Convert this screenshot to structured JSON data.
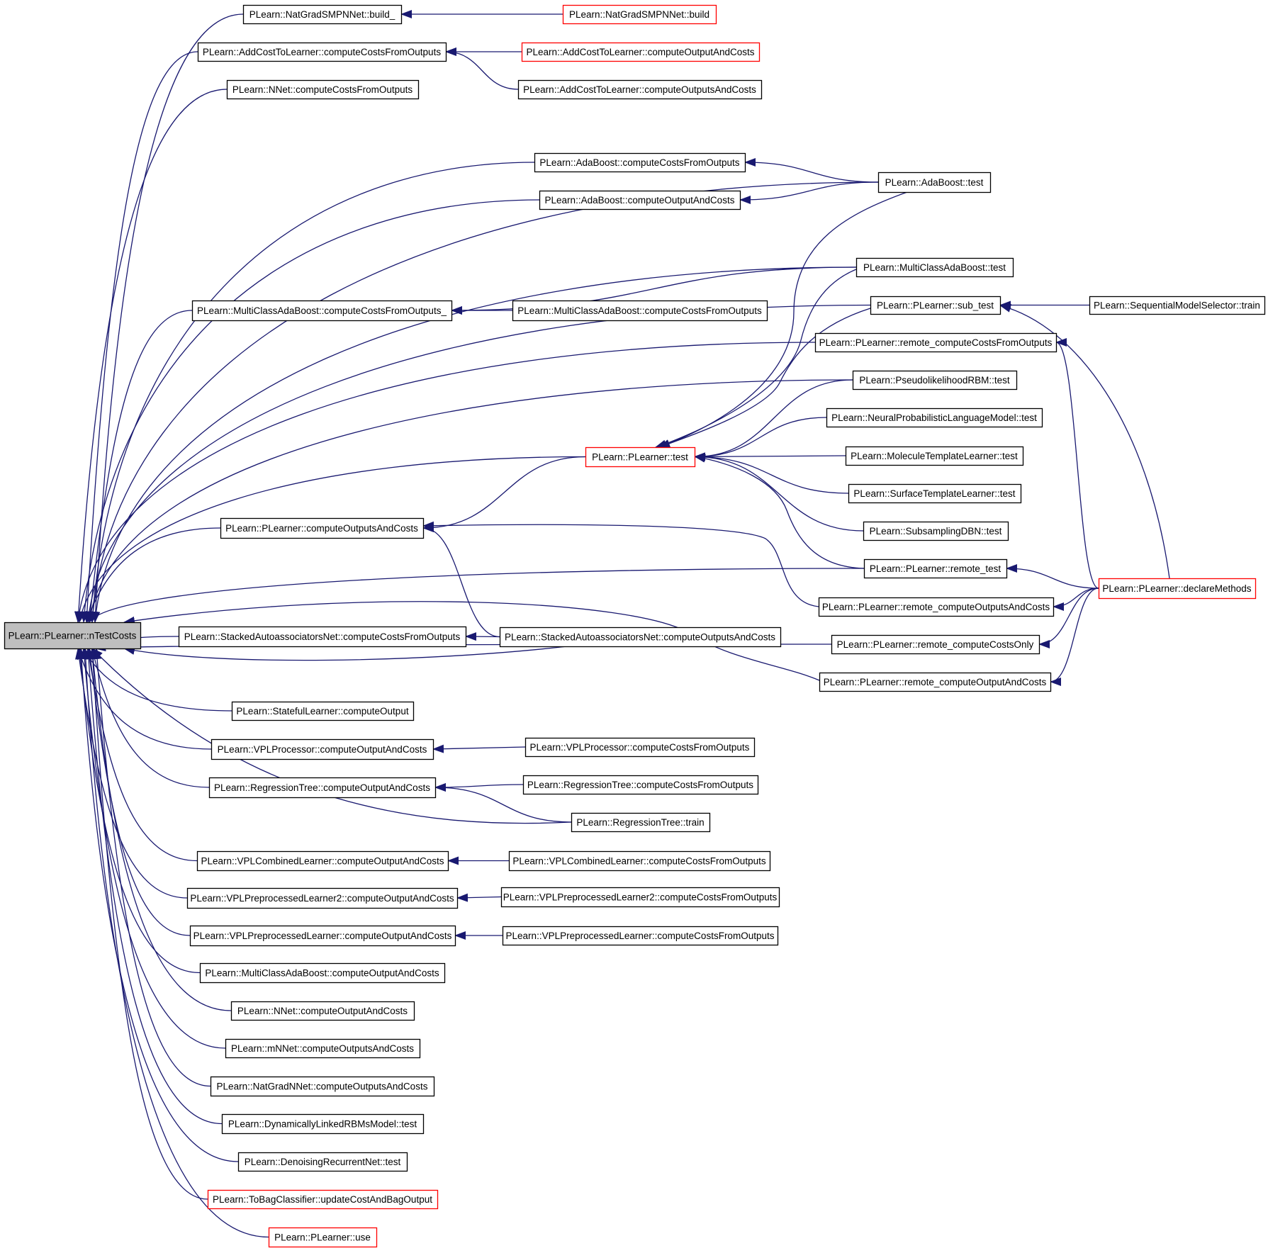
{
  "colors": {
    "edge": "#191970",
    "border_normal": "#000000",
    "border_truncated": "#ff0000",
    "root_fill": "#bfbfbf",
    "node_fill": "#ffffff"
  },
  "nodes": [
    {
      "id": "root",
      "label": "PLearn::PLearner::nTestCosts",
      "kind": "root"
    },
    {
      "id": "ngsmp_build_",
      "label": "PLearn::NatGradSMPNNet::build_",
      "kind": "normal"
    },
    {
      "id": "ngsmp_build",
      "label": "PLearn::NatGradSMPNNet::build",
      "kind": "truncated"
    },
    {
      "id": "actl_ccfo",
      "label": "PLearn::AddCostToLearner::computeCostsFromOutputs",
      "kind": "normal"
    },
    {
      "id": "actl_coac",
      "label": "PLearn::AddCostToLearner::computeOutputAndCosts",
      "kind": "truncated"
    },
    {
      "id": "actl_cosac",
      "label": "PLearn::AddCostToLearner::computeOutputsAndCosts",
      "kind": "normal"
    },
    {
      "id": "nnet_ccfo",
      "label": "PLearn::NNet::computeCostsFromOutputs",
      "kind": "normal"
    },
    {
      "id": "ada_ccfo",
      "label": "PLearn::AdaBoost::computeCostsFromOutputs",
      "kind": "normal"
    },
    {
      "id": "ada_coac",
      "label": "PLearn::AdaBoost::computeOutputAndCosts",
      "kind": "normal"
    },
    {
      "id": "ada_test",
      "label": "PLearn::AdaBoost::test",
      "kind": "normal"
    },
    {
      "id": "mcab_test",
      "label": "PLearn::MultiClassAdaBoost::test",
      "kind": "normal"
    },
    {
      "id": "mcab_ccfo_",
      "label": "PLearn::MultiClassAdaBoost::computeCostsFromOutputs_",
      "kind": "normal"
    },
    {
      "id": "mcab_ccfo",
      "label": "PLearn::MultiClassAdaBoost::computeCostsFromOutputs",
      "kind": "normal"
    },
    {
      "id": "pl_sub_test",
      "label": "PLearn::PLearner::sub_test",
      "kind": "normal"
    },
    {
      "id": "sms_train",
      "label": "PLearn::SequentialModelSelector::train",
      "kind": "normal"
    },
    {
      "id": "pl_rem_ccfo",
      "label": "PLearn::PLearner::remote_computeCostsFromOutputs",
      "kind": "normal"
    },
    {
      "id": "pseudo_test",
      "label": "PLearn::PseudolikelihoodRBM::test",
      "kind": "normal"
    },
    {
      "id": "nplm_test",
      "label": "PLearn::NeuralProbabilisticLanguageModel::test",
      "kind": "normal"
    },
    {
      "id": "pl_test",
      "label": "PLearn::PLearner::test",
      "kind": "truncated"
    },
    {
      "id": "mol_test",
      "label": "PLearn::MoleculeTemplateLearner::test",
      "kind": "normal"
    },
    {
      "id": "surf_test",
      "label": "PLearn::SurfaceTemplateLearner::test",
      "kind": "normal"
    },
    {
      "id": "pl_cosac",
      "label": "PLearn::PLearner::computeOutputsAndCosts",
      "kind": "normal"
    },
    {
      "id": "sdbn_test",
      "label": "PLearn::SubsamplingDBN::test",
      "kind": "normal"
    },
    {
      "id": "pl_rem_test",
      "label": "PLearn::PLearner::remote_test",
      "kind": "normal"
    },
    {
      "id": "pl_declare",
      "label": "PLearn::PLearner::declareMethods",
      "kind": "truncated"
    },
    {
      "id": "pl_rem_cosac",
      "label": "PLearn::PLearner::remote_computeOutputsAndCosts",
      "kind": "normal"
    },
    {
      "id": "san_ccfo",
      "label": "PLearn::StackedAutoassociatorsNet::computeCostsFromOutputs",
      "kind": "normal"
    },
    {
      "id": "san_cosac",
      "label": "PLearn::StackedAutoassociatorsNet::computeOutputsAndCosts",
      "kind": "normal"
    },
    {
      "id": "pl_rem_cco",
      "label": "PLearn::PLearner::remote_computeCostsOnly",
      "kind": "normal"
    },
    {
      "id": "pl_rem_coac",
      "label": "PLearn::PLearner::remote_computeOutputAndCosts",
      "kind": "normal"
    },
    {
      "id": "stateful_co",
      "label": "PLearn::StatefulLearner::computeOutput",
      "kind": "normal"
    },
    {
      "id": "vplp_coac",
      "label": "PLearn::VPLProcessor::computeOutputAndCosts",
      "kind": "normal"
    },
    {
      "id": "vplp_ccfo",
      "label": "PLearn::VPLProcessor::computeCostsFromOutputs",
      "kind": "normal"
    },
    {
      "id": "rt_coac",
      "label": "PLearn::RegressionTree::computeOutputAndCosts",
      "kind": "normal"
    },
    {
      "id": "rt_ccfo",
      "label": "PLearn::RegressionTree::computeCostsFromOutputs",
      "kind": "normal"
    },
    {
      "id": "rt_train",
      "label": "PLearn::RegressionTree::train",
      "kind": "normal"
    },
    {
      "id": "vplc_coac",
      "label": "PLearn::VPLCombinedLearner::computeOutputAndCosts",
      "kind": "normal"
    },
    {
      "id": "vplc_ccfo",
      "label": "PLearn::VPLCombinedLearner::computeCostsFromOutputs",
      "kind": "normal"
    },
    {
      "id": "vplpp2_coac",
      "label": "PLearn::VPLPreprocessedLearner2::computeOutputAndCosts",
      "kind": "normal"
    },
    {
      "id": "vplpp2_ccfo",
      "label": "PLearn::VPLPreprocessedLearner2::computeCostsFromOutputs",
      "kind": "normal"
    },
    {
      "id": "vplpp_coac",
      "label": "PLearn::VPLPreprocessedLearner::computeOutputAndCosts",
      "kind": "normal"
    },
    {
      "id": "vplpp_ccfo",
      "label": "PLearn::VPLPreprocessedLearner::computeCostsFromOutputs",
      "kind": "normal"
    },
    {
      "id": "mcab_coac",
      "label": "PLearn::MultiClassAdaBoost::computeOutputAndCosts",
      "kind": "normal"
    },
    {
      "id": "nnet_coac",
      "label": "PLearn::NNet::computeOutputAndCosts",
      "kind": "normal"
    },
    {
      "id": "mnnet_cosac",
      "label": "PLearn::mNNet::computeOutputsAndCosts",
      "kind": "normal"
    },
    {
      "id": "ngnnet_cosac",
      "label": "PLearn::NatGradNNet::computeOutputsAndCosts",
      "kind": "normal"
    },
    {
      "id": "dlrbm_test",
      "label": "PLearn::DynamicallyLinkedRBMsModel::test",
      "kind": "normal"
    },
    {
      "id": "drn_test",
      "label": "PLearn::DenoisingRecurrentNet::test",
      "kind": "normal"
    },
    {
      "id": "tobag_update",
      "label": "PLearn::ToBagClassifier::updateCostAndBagOutput",
      "kind": "truncated"
    },
    {
      "id": "pl_use",
      "label": "PLearn::PLearner::use",
      "kind": "truncated"
    }
  ],
  "edges": [
    [
      "ngsmp_build_",
      "root"
    ],
    [
      "ngsmp_build",
      "ngsmp_build_"
    ],
    [
      "actl_ccfo",
      "root"
    ],
    [
      "actl_coac",
      "actl_ccfo"
    ],
    [
      "actl_cosac",
      "actl_ccfo"
    ],
    [
      "nnet_ccfo",
      "root"
    ],
    [
      "ada_test",
      "root"
    ],
    [
      "ada_ccfo",
      "root"
    ],
    [
      "ada_test",
      "ada_ccfo"
    ],
    [
      "ada_coac",
      "root"
    ],
    [
      "ada_test",
      "ada_coac"
    ],
    [
      "mcab_test",
      "root"
    ],
    [
      "mcab_ccfo_",
      "root"
    ],
    [
      "mcab_test",
      "mcab_ccfo_"
    ],
    [
      "mcab_ccfo",
      "mcab_ccfo_"
    ],
    [
      "pl_sub_test",
      "root"
    ],
    [
      "sms_train",
      "pl_sub_test"
    ],
    [
      "pl_declare",
      "pl_sub_test"
    ],
    [
      "pl_rem_ccfo",
      "root"
    ],
    [
      "pl_declare",
      "pl_rem_ccfo"
    ],
    [
      "pseudo_test",
      "root"
    ],
    [
      "pl_test",
      "root"
    ],
    [
      "ada_test",
      "pl_test"
    ],
    [
      "mcab_test",
      "pl_test"
    ],
    [
      "pl_sub_test",
      "pl_test"
    ],
    [
      "pseudo_test",
      "pl_test"
    ],
    [
      "nplm_test",
      "pl_test"
    ],
    [
      "mol_test",
      "pl_test"
    ],
    [
      "surf_test",
      "pl_test"
    ],
    [
      "sdbn_test",
      "pl_test"
    ],
    [
      "pl_rem_test",
      "pl_test"
    ],
    [
      "pl_cosac",
      "root"
    ],
    [
      "pl_test",
      "pl_cosac"
    ],
    [
      "pl_rem_cosac",
      "pl_cosac"
    ],
    [
      "san_cosac",
      "pl_cosac"
    ],
    [
      "pl_rem_test",
      "root"
    ],
    [
      "pl_declare",
      "pl_rem_test"
    ],
    [
      "pl_rem_cco",
      "root"
    ],
    [
      "pl_declare",
      "pl_rem_cco"
    ],
    [
      "pl_declare",
      "pl_rem_cosac"
    ],
    [
      "san_ccfo",
      "root"
    ],
    [
      "san_cosac",
      "san_ccfo"
    ],
    [
      "san_cosac",
      "root"
    ],
    [
      "pl_rem_coac",
      "root"
    ],
    [
      "pl_declare",
      "pl_rem_coac"
    ],
    [
      "stateful_co",
      "root"
    ],
    [
      "vplp_coac",
      "root"
    ],
    [
      "vplp_ccfo",
      "vplp_coac"
    ],
    [
      "rt_coac",
      "root"
    ],
    [
      "rt_ccfo",
      "rt_coac"
    ],
    [
      "rt_train",
      "rt_coac"
    ],
    [
      "rt_train",
      "root"
    ],
    [
      "vplc_coac",
      "root"
    ],
    [
      "vplc_ccfo",
      "vplc_coac"
    ],
    [
      "vplpp2_coac",
      "root"
    ],
    [
      "vplpp2_ccfo",
      "vplpp2_coac"
    ],
    [
      "vplpp_coac",
      "root"
    ],
    [
      "vplpp_ccfo",
      "vplpp_coac"
    ],
    [
      "mcab_coac",
      "root"
    ],
    [
      "nnet_coac",
      "root"
    ],
    [
      "mnnet_cosac",
      "root"
    ],
    [
      "ngnnet_cosac",
      "root"
    ],
    [
      "dlrbm_test",
      "root"
    ],
    [
      "drn_test",
      "root"
    ],
    [
      "tobag_update",
      "root"
    ],
    [
      "pl_use",
      "root"
    ]
  ]
}
